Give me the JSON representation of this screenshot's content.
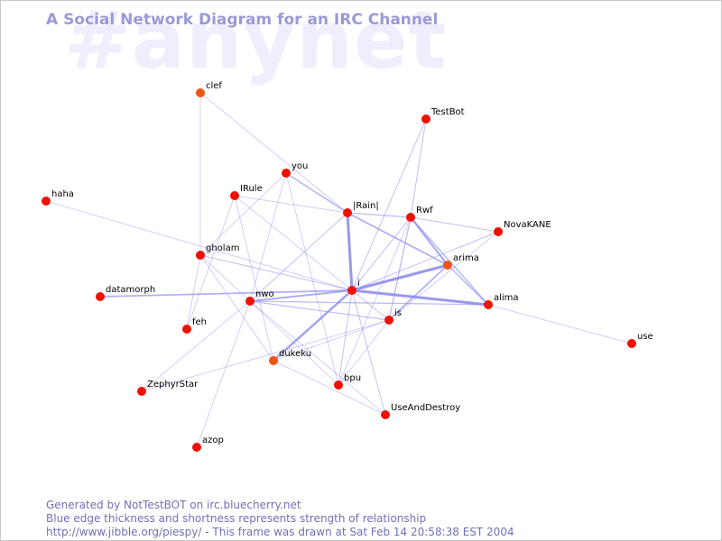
{
  "watermark": "#anynet",
  "title": "A Social Network Diagram for an IRC Channel",
  "footer": {
    "line1": "Generated by NotTestBOT on irc.bluecherry.net",
    "line2": "Blue edge thickness and shortness represents strength of relationship",
    "line3": "http://www.jibble.org/piespy/ - This frame was drawn at Sat Feb 14 20:58:38 EST 2004"
  },
  "colors": {
    "node_default": "#ee1100",
    "node_highlight": "#ee5511",
    "edge": "#8888ee"
  },
  "nodes": [
    {
      "id": "clef",
      "label": "clef",
      "highlight": true
    },
    {
      "id": "TestBot",
      "label": "TestBot",
      "highlight": false
    },
    {
      "id": "you",
      "label": "you",
      "highlight": false
    },
    {
      "id": "IRule",
      "label": "IRule",
      "highlight": false
    },
    {
      "id": "haha",
      "label": "haha",
      "highlight": false
    },
    {
      "id": "Rain",
      "label": "|Rain|",
      "highlight": false
    },
    {
      "id": "Rwf",
      "label": "Rwf",
      "highlight": false
    },
    {
      "id": "NovaKANE",
      "label": "NovaKANE",
      "highlight": false
    },
    {
      "id": "gholam",
      "label": "gholam",
      "highlight": false
    },
    {
      "id": "arima",
      "label": "arima",
      "highlight": true
    },
    {
      "id": "datamorph",
      "label": "datamorph",
      "highlight": false
    },
    {
      "id": "nwo",
      "label": "nwo",
      "highlight": false
    },
    {
      "id": "i",
      "label": "i",
      "highlight": false
    },
    {
      "id": "alima",
      "label": "alima",
      "highlight": false
    },
    {
      "id": "is",
      "label": "is",
      "highlight": false
    },
    {
      "id": "feh",
      "label": "feh",
      "highlight": false
    },
    {
      "id": "use",
      "label": "use",
      "highlight": false
    },
    {
      "id": "dukeku",
      "label": "dukeku",
      "highlight": true
    },
    {
      "id": "ZephyrStar",
      "label": "ZephyrStar",
      "highlight": false
    },
    {
      "id": "bpu",
      "label": "bpu",
      "highlight": false
    },
    {
      "id": "UseAndDestroy",
      "label": "UseAndDestroy",
      "highlight": false
    },
    {
      "id": "azop",
      "label": "azop",
      "highlight": false
    }
  ],
  "edges": [
    {
      "source": "i",
      "target": "Rain",
      "strength": 3
    },
    {
      "source": "i",
      "target": "arima",
      "strength": 3
    },
    {
      "source": "i",
      "target": "alima",
      "strength": 3
    },
    {
      "source": "i",
      "target": "dukeku",
      "strength": 2.5
    },
    {
      "source": "Rwf",
      "target": "arima",
      "strength": 2.2
    },
    {
      "source": "Rain",
      "target": "arima",
      "strength": 1.8
    },
    {
      "source": "i",
      "target": "nwo",
      "strength": 2
    },
    {
      "source": "datamorph",
      "target": "i",
      "strength": 1.8
    },
    {
      "source": "arima",
      "target": "is",
      "strength": 1.8
    },
    {
      "source": "arima",
      "target": "alima",
      "strength": 1.5
    },
    {
      "source": "Rwf",
      "target": "alima",
      "strength": 1.5
    },
    {
      "source": "you",
      "target": "Rain",
      "strength": 1.5
    },
    {
      "source": "Rwf",
      "target": "is",
      "strength": 1.3
    },
    {
      "source": "nwo",
      "target": "alima",
      "strength": 1.3
    },
    {
      "source": "nwo",
      "target": "is",
      "strength": 1.2
    },
    {
      "source": "Rain",
      "target": "Rwf",
      "strength": 1.2
    },
    {
      "source": "gholam",
      "target": "i",
      "strength": 1
    },
    {
      "source": "i",
      "target": "Rwf",
      "strength": 1
    },
    {
      "source": "Rwf",
      "target": "NovaKANE",
      "strength": 1
    },
    {
      "source": "i",
      "target": "NovaKANE",
      "strength": 1
    },
    {
      "source": "i",
      "target": "is",
      "strength": 1
    },
    {
      "source": "i",
      "target": "bpu",
      "strength": 1
    },
    {
      "source": "i",
      "target": "UseAndDestroy",
      "strength": 1
    },
    {
      "source": "Rain",
      "target": "nwo",
      "strength": 1
    },
    {
      "source": "TestBot",
      "target": "Rwf",
      "strength": 1
    },
    {
      "source": "TestBot",
      "target": "i",
      "strength": 1
    },
    {
      "source": "haha",
      "target": "i",
      "strength": 0.8
    },
    {
      "source": "clef",
      "target": "gholam",
      "strength": 0.8
    },
    {
      "source": "clef",
      "target": "Rain",
      "strength": 0.8
    },
    {
      "source": "you",
      "target": "gholam",
      "strength": 0.8
    },
    {
      "source": "you",
      "target": "nwo",
      "strength": 0.8
    },
    {
      "source": "you",
      "target": "bpu",
      "strength": 0.8
    },
    {
      "source": "IRule",
      "target": "Rain",
      "strength": 0.8
    },
    {
      "source": "IRule",
      "target": "feh",
      "strength": 0.8
    },
    {
      "source": "IRule",
      "target": "dukeku",
      "strength": 0.8
    },
    {
      "source": "IRule",
      "target": "i",
      "strength": 0.8
    },
    {
      "source": "gholam",
      "target": "nwo",
      "strength": 0.8
    },
    {
      "source": "gholam",
      "target": "feh",
      "strength": 0.8
    },
    {
      "source": "gholam",
      "target": "dukeku",
      "strength": 0.8
    },
    {
      "source": "nwo",
      "target": "ZephyrStar",
      "strength": 0.8
    },
    {
      "source": "nwo",
      "target": "azop",
      "strength": 0.8
    },
    {
      "source": "nwo",
      "target": "bpu",
      "strength": 0.8
    },
    {
      "source": "nwo",
      "target": "UseAndDestroy",
      "strength": 0.8
    },
    {
      "source": "is",
      "target": "bpu",
      "strength": 0.8
    },
    {
      "source": "is",
      "target": "ZephyrStar",
      "strength": 0.8
    },
    {
      "source": "dukeku",
      "target": "UseAndDestroy",
      "strength": 0.8
    },
    {
      "source": "dukeku",
      "target": "is",
      "strength": 0.8
    },
    {
      "source": "alima",
      "target": "use",
      "strength": 0.8
    },
    {
      "source": "NovaKANE",
      "target": "is",
      "strength": 0.8
    },
    {
      "source": "Rwf",
      "target": "bpu",
      "strength": 0.8
    }
  ]
}
